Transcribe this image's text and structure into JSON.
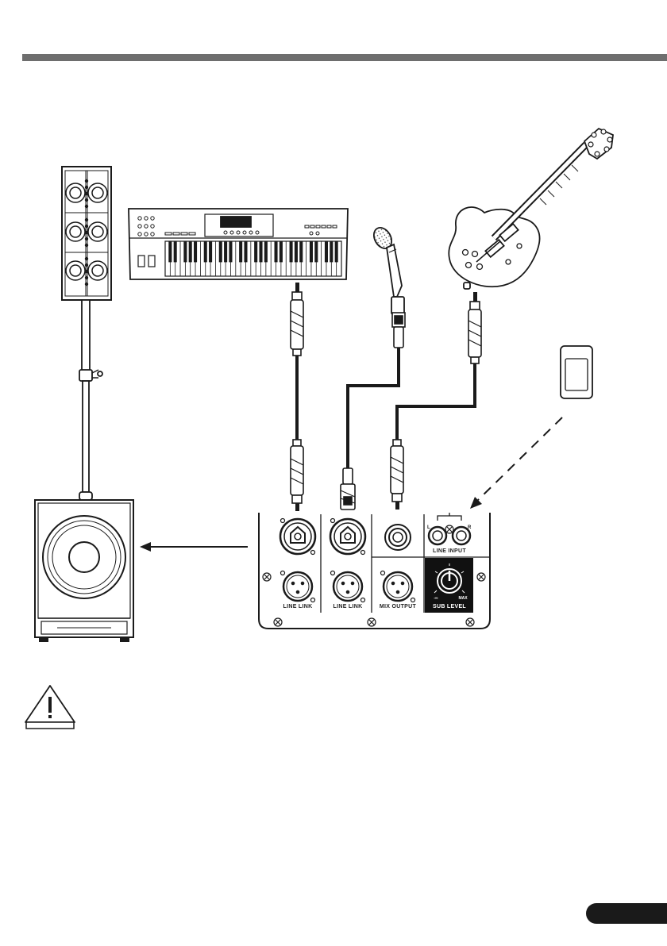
{
  "panel": {
    "ch1_link_label": "LINE LINK",
    "ch2_link_label": "LINE LINK",
    "mix_output_label": "MIX OUTPUT",
    "line_input_label": "LINE INPUT",
    "line_input_left": "L",
    "line_input_right": "R",
    "sub_level_label": "SUB LEVEL",
    "sub_level_min": "-∞",
    "sub_level_max": "MAX"
  },
  "colors": {
    "line": "#1a1a1a",
    "header_bar": "#6e6e6e",
    "sub_level_bg": "#111111"
  },
  "icons": [
    "warning-icon"
  ]
}
